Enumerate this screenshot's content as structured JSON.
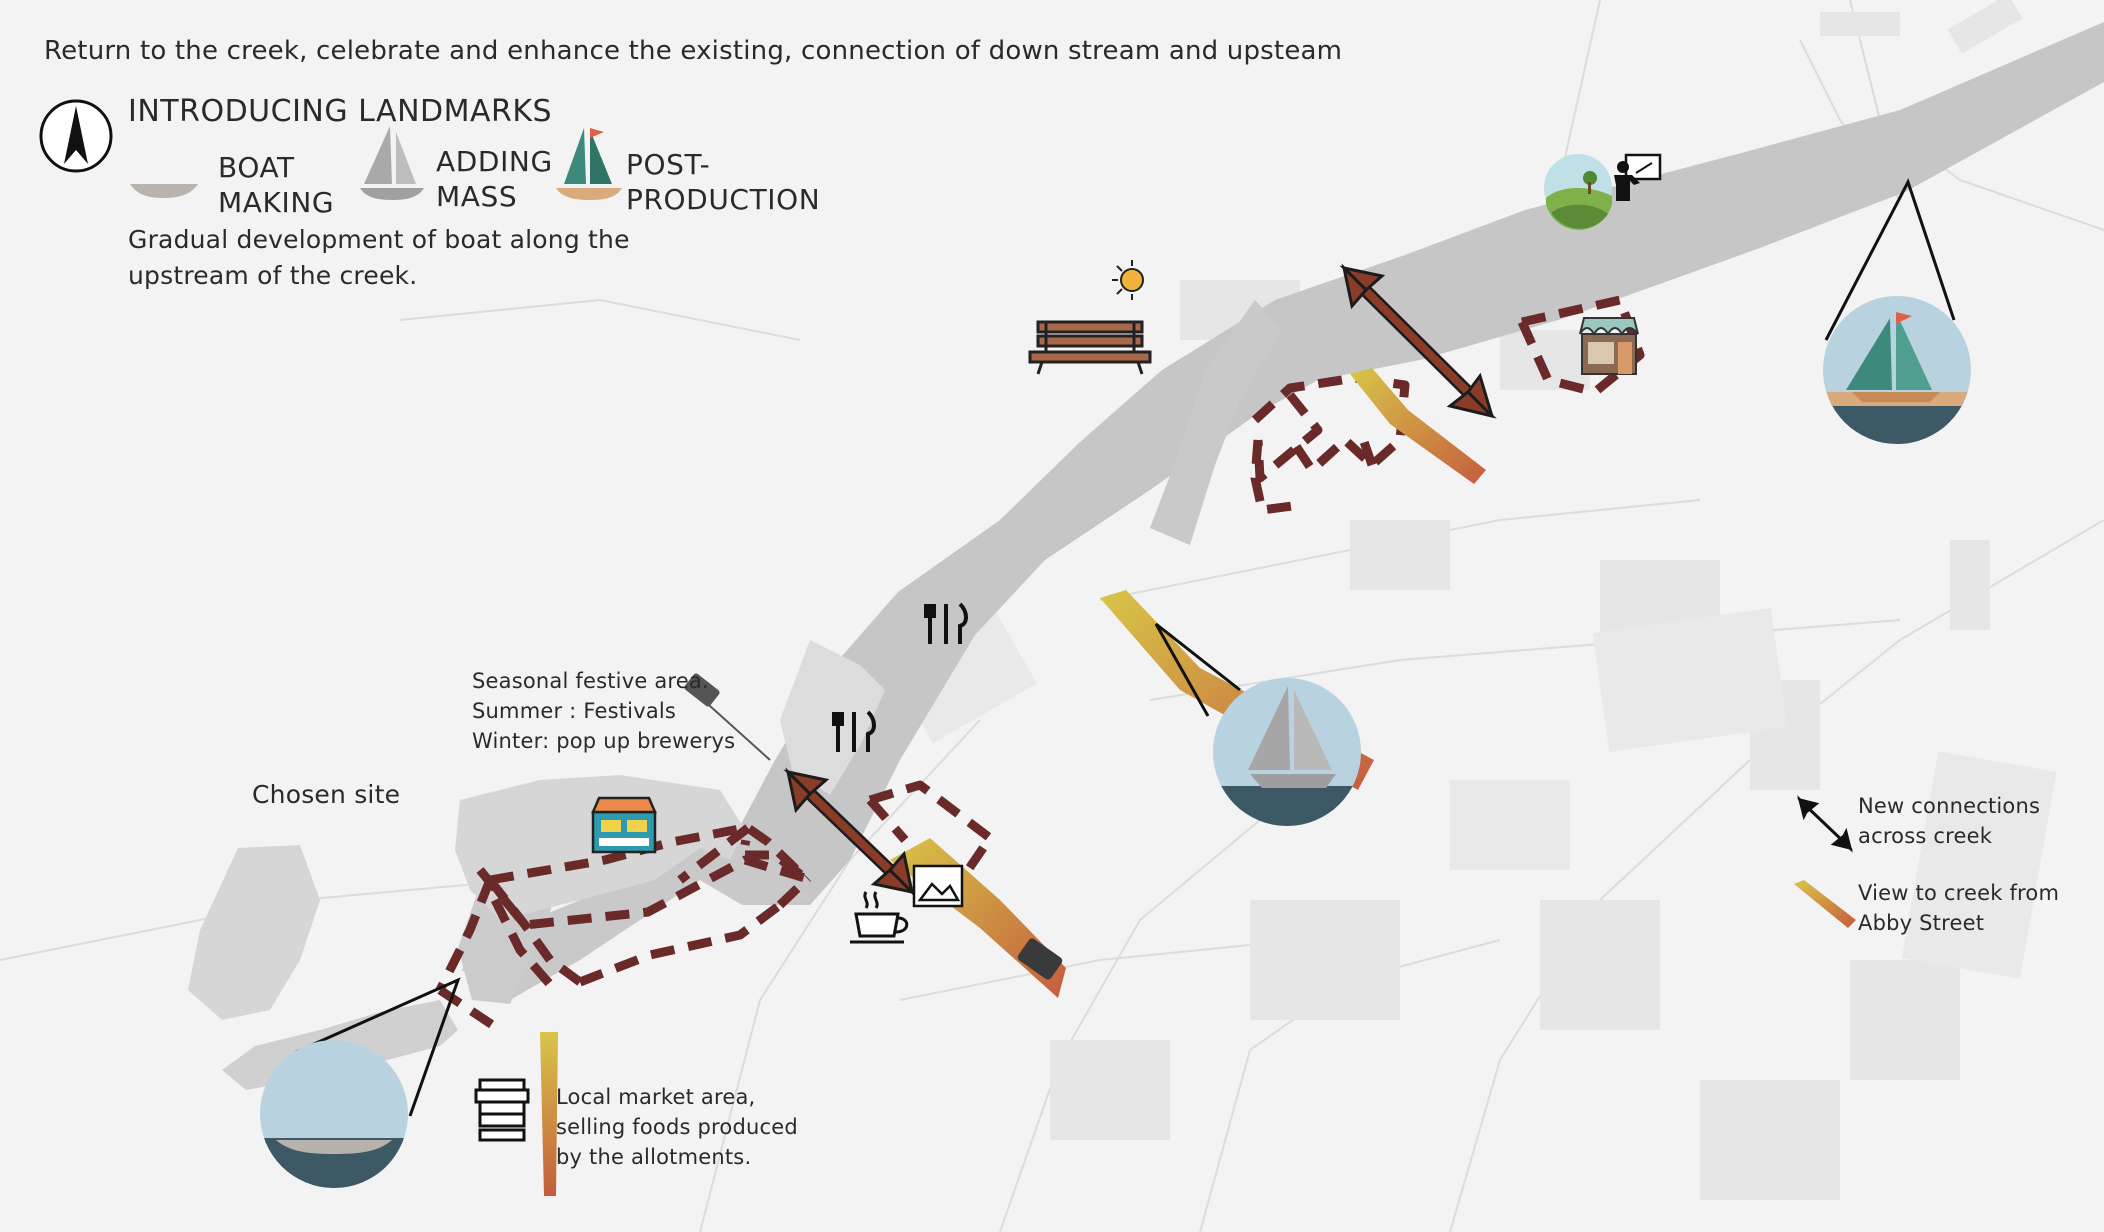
{
  "header": {
    "intro": "Return to the creek, celebrate and enhance the existing, connection of down stream and upsteam",
    "legend_title": "INTRODUCING LANDMARKS",
    "boat_stages": [
      {
        "label_line1": "BOAT",
        "label_line2": "MAKING",
        "icon": "boat-hull-icon",
        "color": "#b8b3ad"
      },
      {
        "label_line1": "ADDING",
        "label_line2": "MASS",
        "icon": "grey-sailboat-icon",
        "color": "#a9a9a9"
      },
      {
        "label_line1": "POST-",
        "label_line2": "PRODUCTION",
        "icon": "teal-sailboat-icon",
        "color": "#3f8a7c"
      }
    ],
    "gradual_text": "Gradual development of boat along the upstream of the creek.",
    "north_icon": "north-arrow-icon"
  },
  "annotations": {
    "festive_line1": "Seasonal festive area.",
    "festive_line2": "Summer : Festivals",
    "festive_line3": "Winter: pop up brewerys",
    "chosen_site": "Chosen site",
    "market_line1": "Local market area,",
    "market_line2": "selling foods produced",
    "market_line3": "by the allotments."
  },
  "legend": {
    "connections_line1": "New connections",
    "connections_line2": "across creek",
    "view_line1": "View to creek from",
    "view_line2": "Abby Street"
  },
  "icons": [
    "bench-icon",
    "sun-icon",
    "landscape-icon",
    "teacher-icon",
    "shop-icon",
    "cutlery-icon",
    "market-stall-icon",
    "coffee-cup-icon",
    "picture-frame-icon",
    "market-booth-icon"
  ],
  "colors": {
    "creek": "#c2c2c2",
    "site_outline": "#6e2b2b",
    "connection_arrow": "#7a3523",
    "view_start": "#d6c24a",
    "view_end": "#c0573c",
    "circle_sky": "#b9d3df",
    "circle_water": "#3e5a66",
    "sand": "#d9aa7a"
  }
}
